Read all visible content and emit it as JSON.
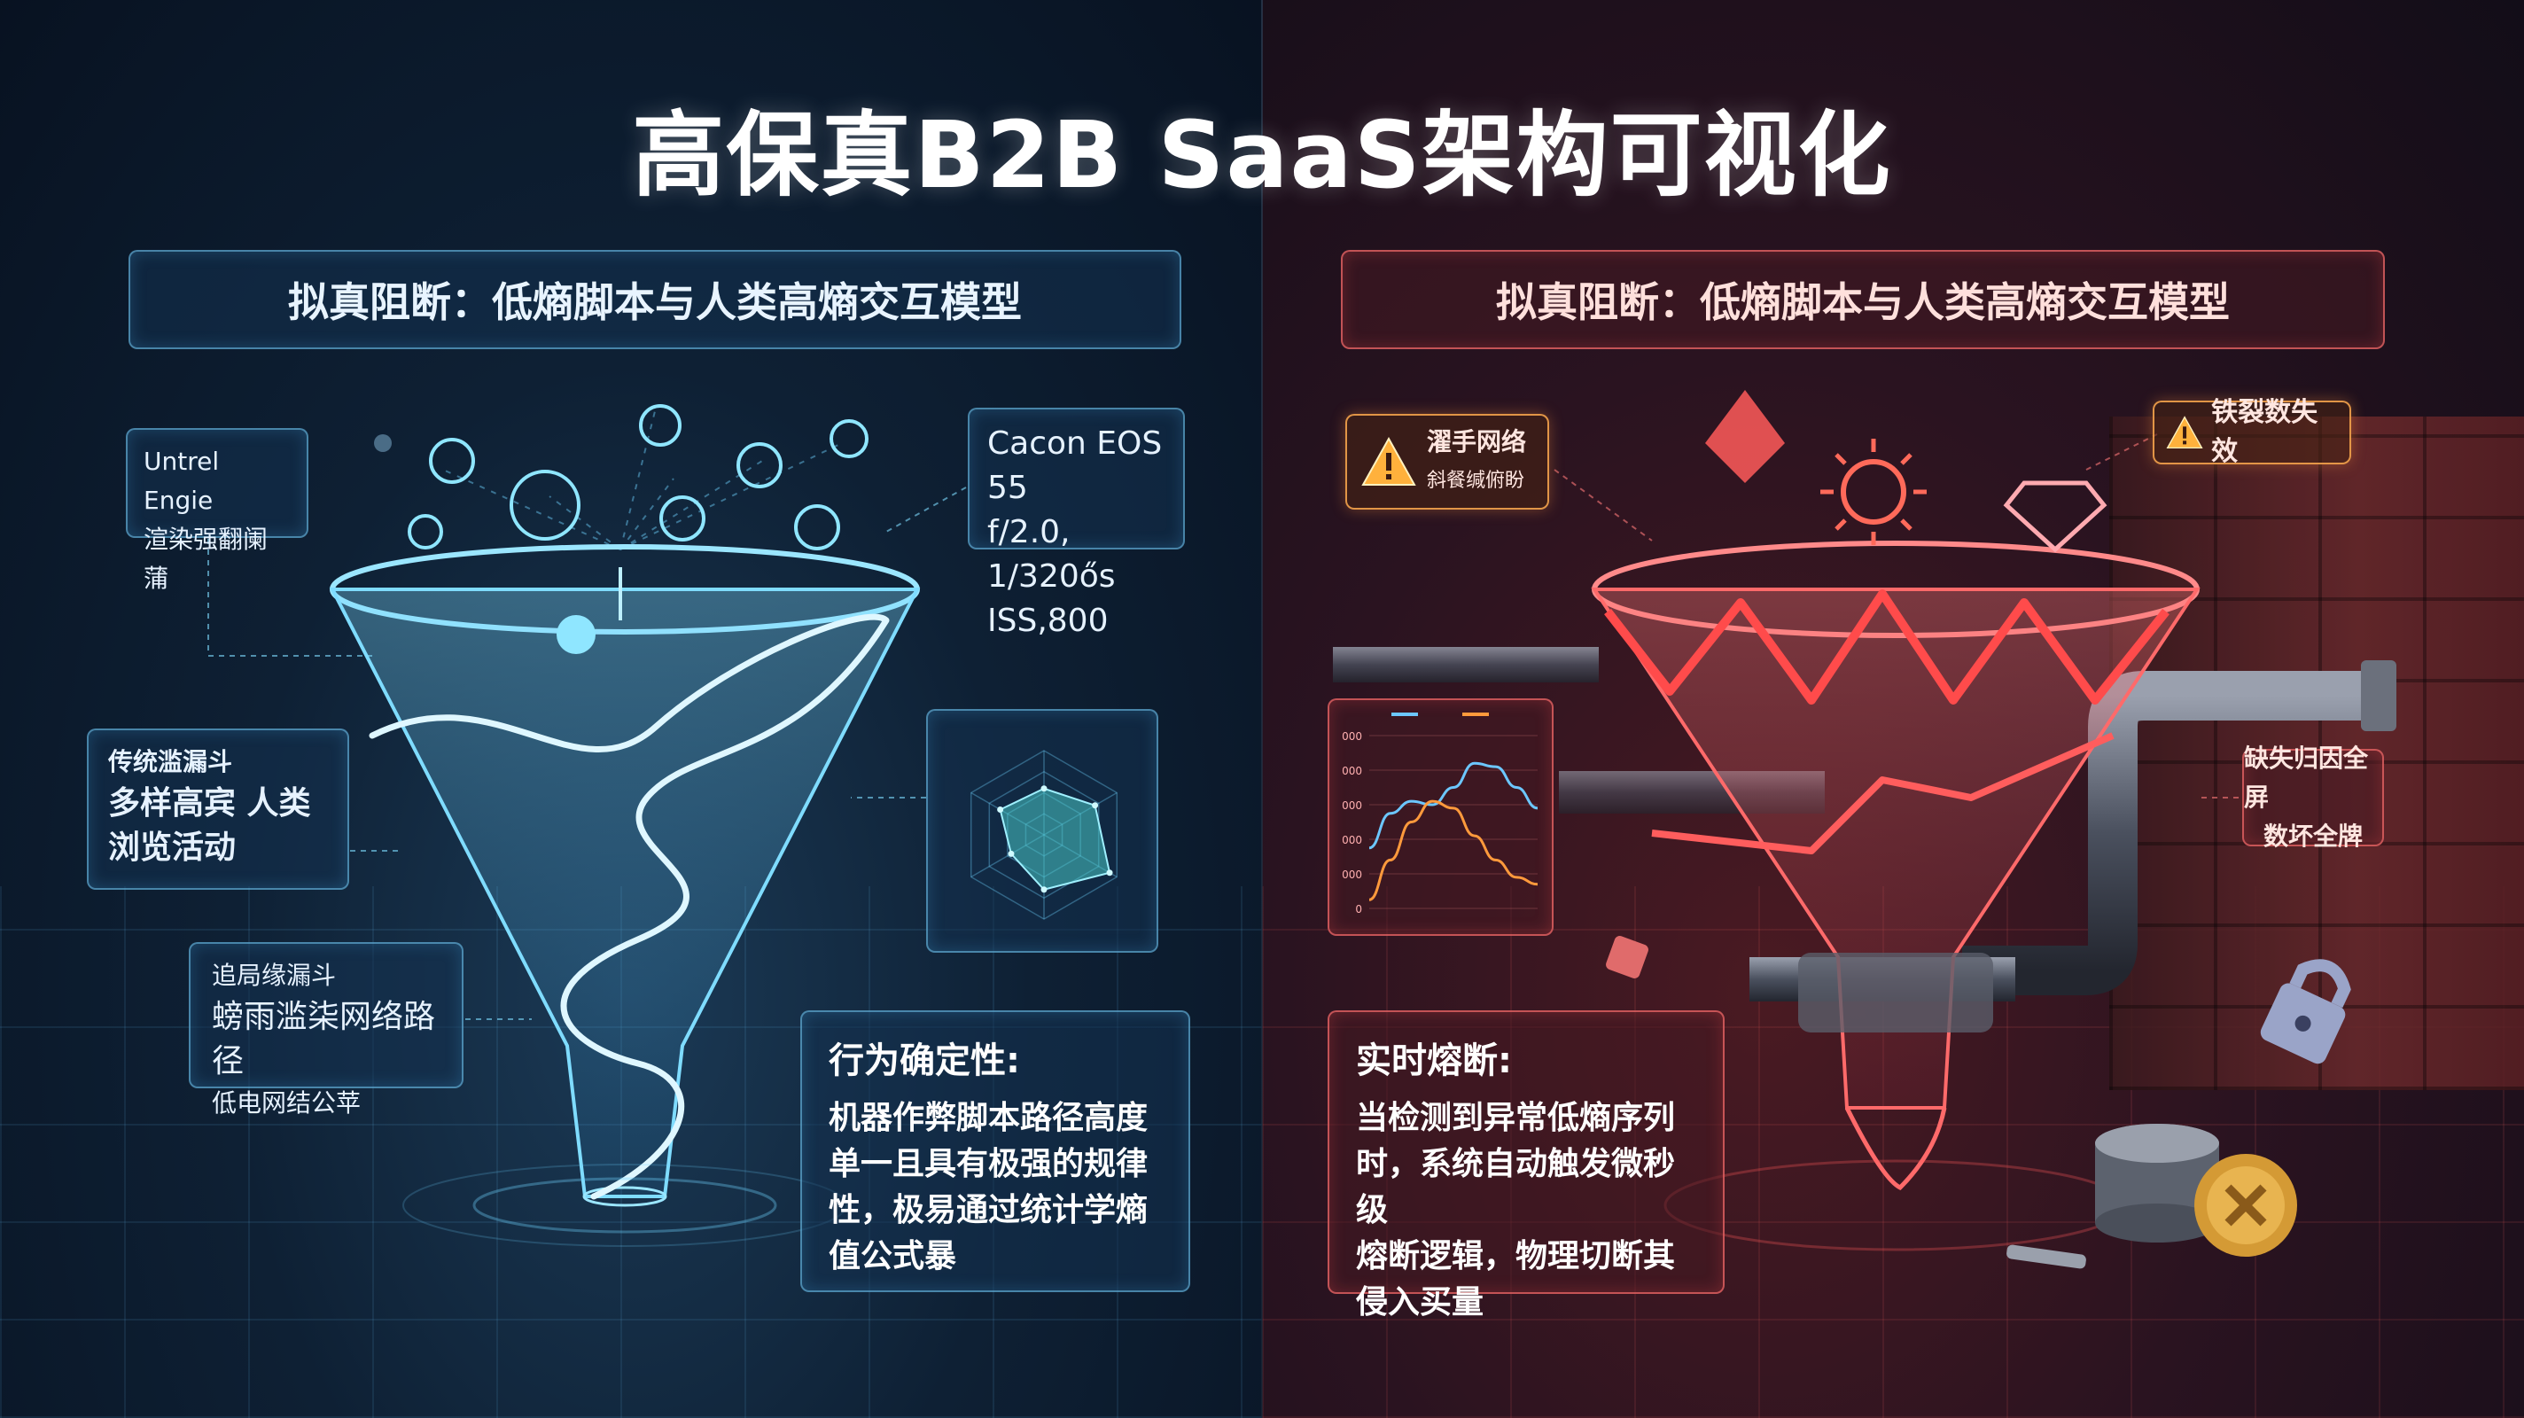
{
  "title": "高保真B2B SaaS架构可视化",
  "left": {
    "subtitle": "拟真阻断：低熵脚本与人类高熵交互模型",
    "engine_box": {
      "line1": "Untrel Engie",
      "line2": "渲染强翻阑蒲"
    },
    "camera_box": {
      "line1": "Cacon EOS 55",
      "line2": "f/2.0, 1/320ős",
      "line3": "ISS,800"
    },
    "traditional_box": {
      "line1": "传统滥漏斗",
      "line2": "多样高宾  人类",
      "line3": "浏览活动"
    },
    "track_box": {
      "line1": "追局缘漏斗",
      "line2": "螃雨滥柒网络路径",
      "line3": "低电网结公苹"
    },
    "behavior_box": {
      "heading": "行为确定性:",
      "lines": [
        "机器作弊脚本路径高度",
        "单一且具有极强的规律",
        "性，极易通过统计学熵",
        "值公式暴"
      ]
    }
  },
  "right": {
    "subtitle": "拟真阻断：低熵脚本与人类高熵交互模型",
    "warning_left": {
      "line1": "濯手网络",
      "line2": "斜餐缄俯盼"
    },
    "warning_right": {
      "text": "铁裂数失效"
    },
    "side_box": {
      "line1": "缺失归因全屏",
      "line2": "数坏全牌"
    },
    "fuse_box": {
      "heading": "实时熔断:",
      "lines": [
        "当检测到异常低熵序列",
        "时，系统自动触发微秒级",
        "熔断逻辑，物理切断其",
        "侵入买量"
      ]
    }
  },
  "chart_data": [
    {
      "type": "radar",
      "title": "",
      "axes": 6,
      "series": [
        {
          "values": [
            0.55,
            0.7,
            0.9,
            0.65,
            0.45,
            0.6
          ]
        }
      ],
      "grid": true
    },
    {
      "type": "line",
      "title": "",
      "y": [
        "0",
        "000",
        "000",
        "000",
        "000",
        "000"
      ],
      "series": [
        {
          "color": "#6cc7ff",
          "values": [
            0.35,
            0.55,
            0.62,
            0.6,
            0.7,
            0.84,
            0.82,
            0.7,
            0.58
          ]
        },
        {
          "color": "#ff9a3c",
          "values": [
            0.05,
            0.28,
            0.5,
            0.62,
            0.58,
            0.42,
            0.28,
            0.18,
            0.14
          ]
        }
      ],
      "grid": true
    }
  ],
  "colors": {
    "left_accent": "#6fd3ff",
    "right_accent": "#ff4b4b",
    "warning": "#ffb13c"
  }
}
